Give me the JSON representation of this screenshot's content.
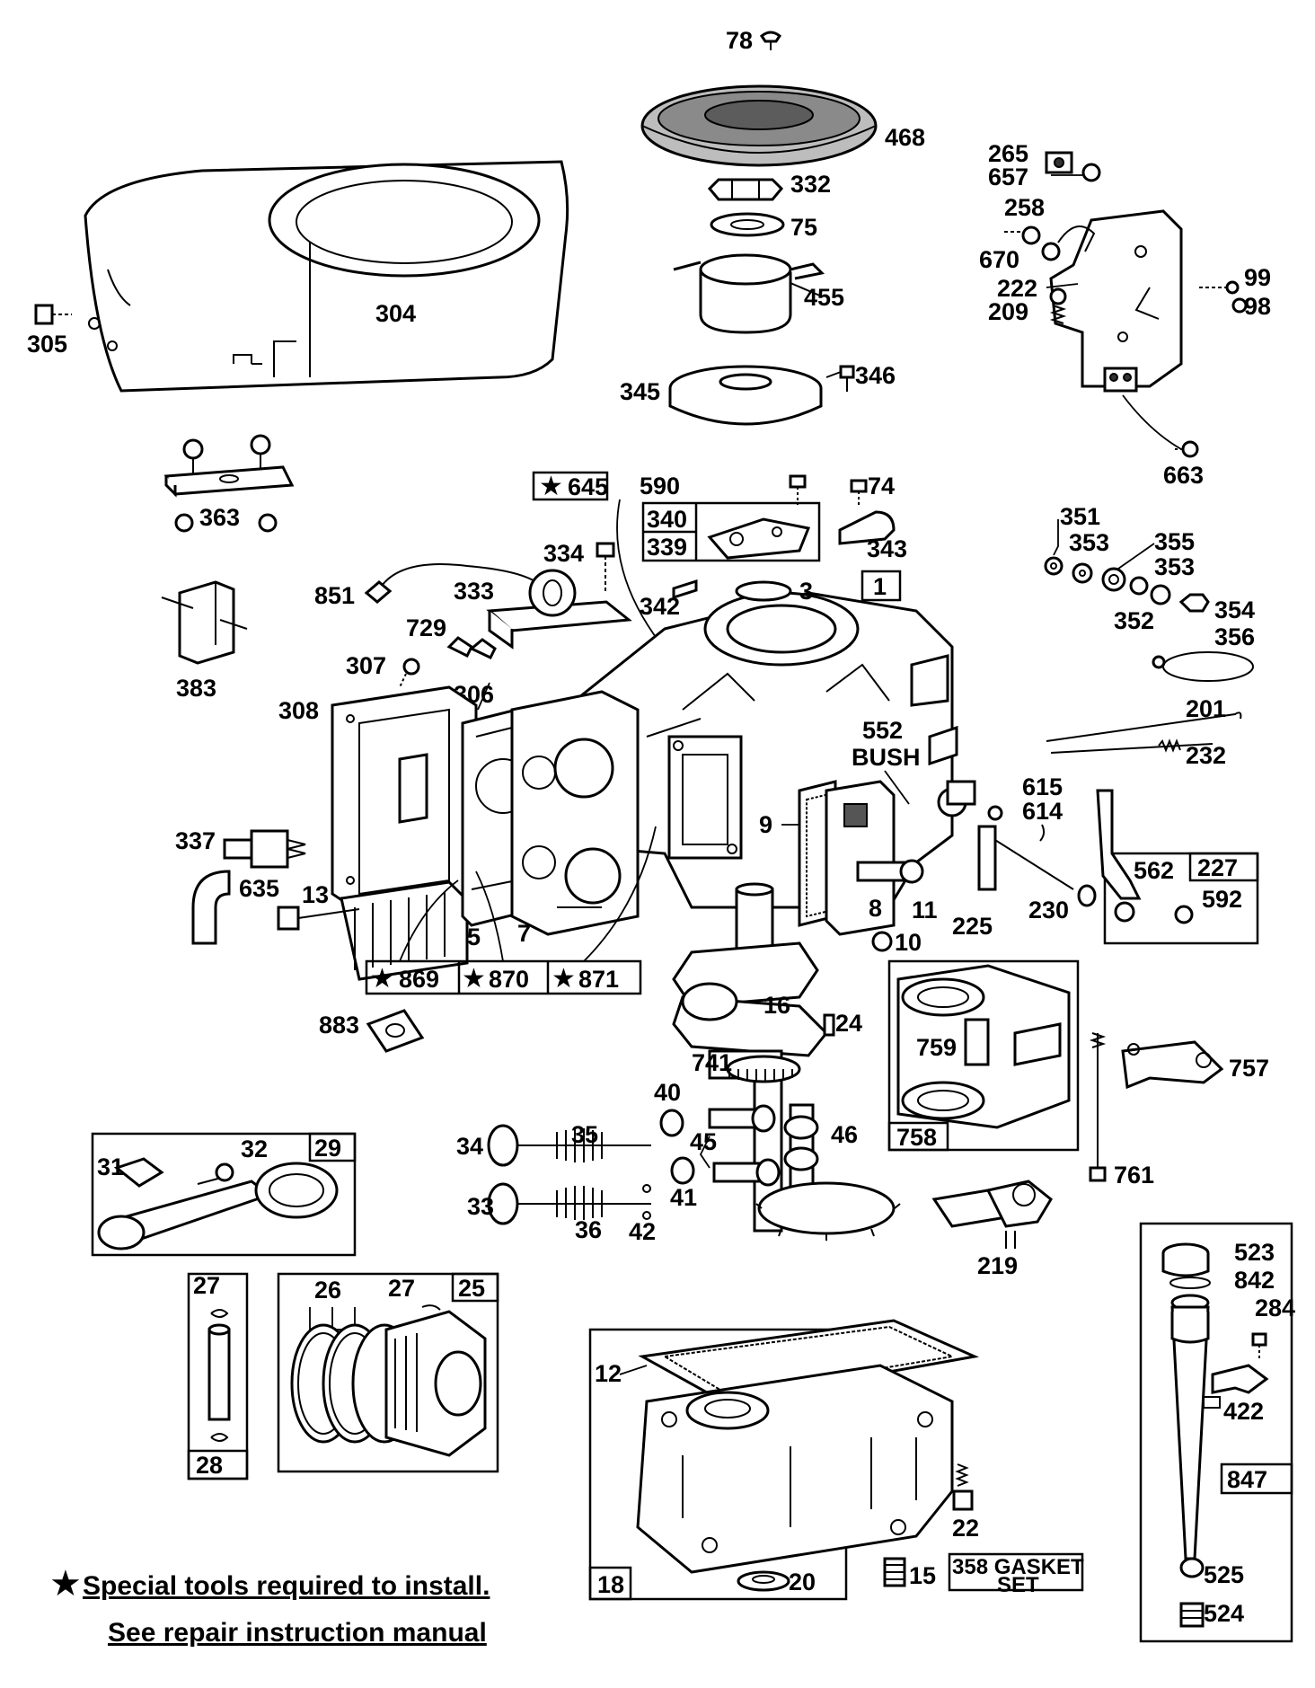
{
  "diagram": {
    "part_numbers": {
      "p78": "78",
      "p468": "468",
      "p332": "332",
      "p75": "75",
      "p455": "455",
      "p345": "345",
      "p346": "346",
      "p304": "304",
      "p305": "305",
      "p265": "265",
      "p657": "657",
      "p258": "258",
      "p670": "670",
      "p222": "222",
      "p209": "209",
      "p99": "99",
      "p98": "98",
      "p663": "663",
      "p363": "363",
      "p383": "383",
      "p645": "645",
      "p590": "590",
      "p74": "74",
      "p340": "340",
      "p339": "339",
      "p343": "343",
      "p334": "334",
      "p851": "851",
      "p333": "333",
      "p342": "342",
      "p3": "3",
      "p1": "1",
      "p729": "729",
      "p307": "307",
      "p306": "306",
      "p308": "308",
      "p337": "337",
      "p635": "635",
      "p13": "13",
      "p5": "5",
      "p7": "7",
      "p869": "869",
      "p870": "870",
      "p871": "871",
      "p552": "552",
      "p552b": "BUSH",
      "p9": "9",
      "p8": "8",
      "p11": "11",
      "p10": "10",
      "p351": "351",
      "p353a": "353",
      "p355": "355",
      "p353b": "353",
      "p352": "352",
      "p354": "354",
      "p356": "356",
      "p201": "201",
      "p232": "232",
      "p615": "615",
      "p614": "614",
      "p225": "225",
      "p230": "230",
      "p562": "562",
      "p227": "227",
      "p592": "592",
      "p883": "883",
      "p16": "16",
      "p24": "24",
      "p741": "741",
      "p759": "759",
      "p758": "758",
      "p757": "757",
      "p761": "761",
      "p29": "29",
      "p31": "31",
      "p32": "32",
      "p35": "35",
      "p40": "40",
      "p34": "34",
      "p45": "45",
      "p46": "46",
      "p33": "33",
      "p36": "36",
      "p42": "42",
      "p41": "41",
      "p219": "219",
      "p27a": "27",
      "p28": "28",
      "p26": "26",
      "p27b": "27",
      "p25": "25",
      "p12": "12",
      "p18": "18",
      "p20": "20",
      "p15": "15",
      "p22": "22",
      "p358": "358 GASKET",
      "p358b": "SET",
      "p523": "523",
      "p842": "842",
      "p284": "284",
      "p422": "422",
      "p847": "847",
      "p525": "525",
      "p524": "524"
    },
    "footnote": {
      "star": "★",
      "line1": "Special tools required to install.",
      "line2": "See repair instruction manual"
    }
  }
}
